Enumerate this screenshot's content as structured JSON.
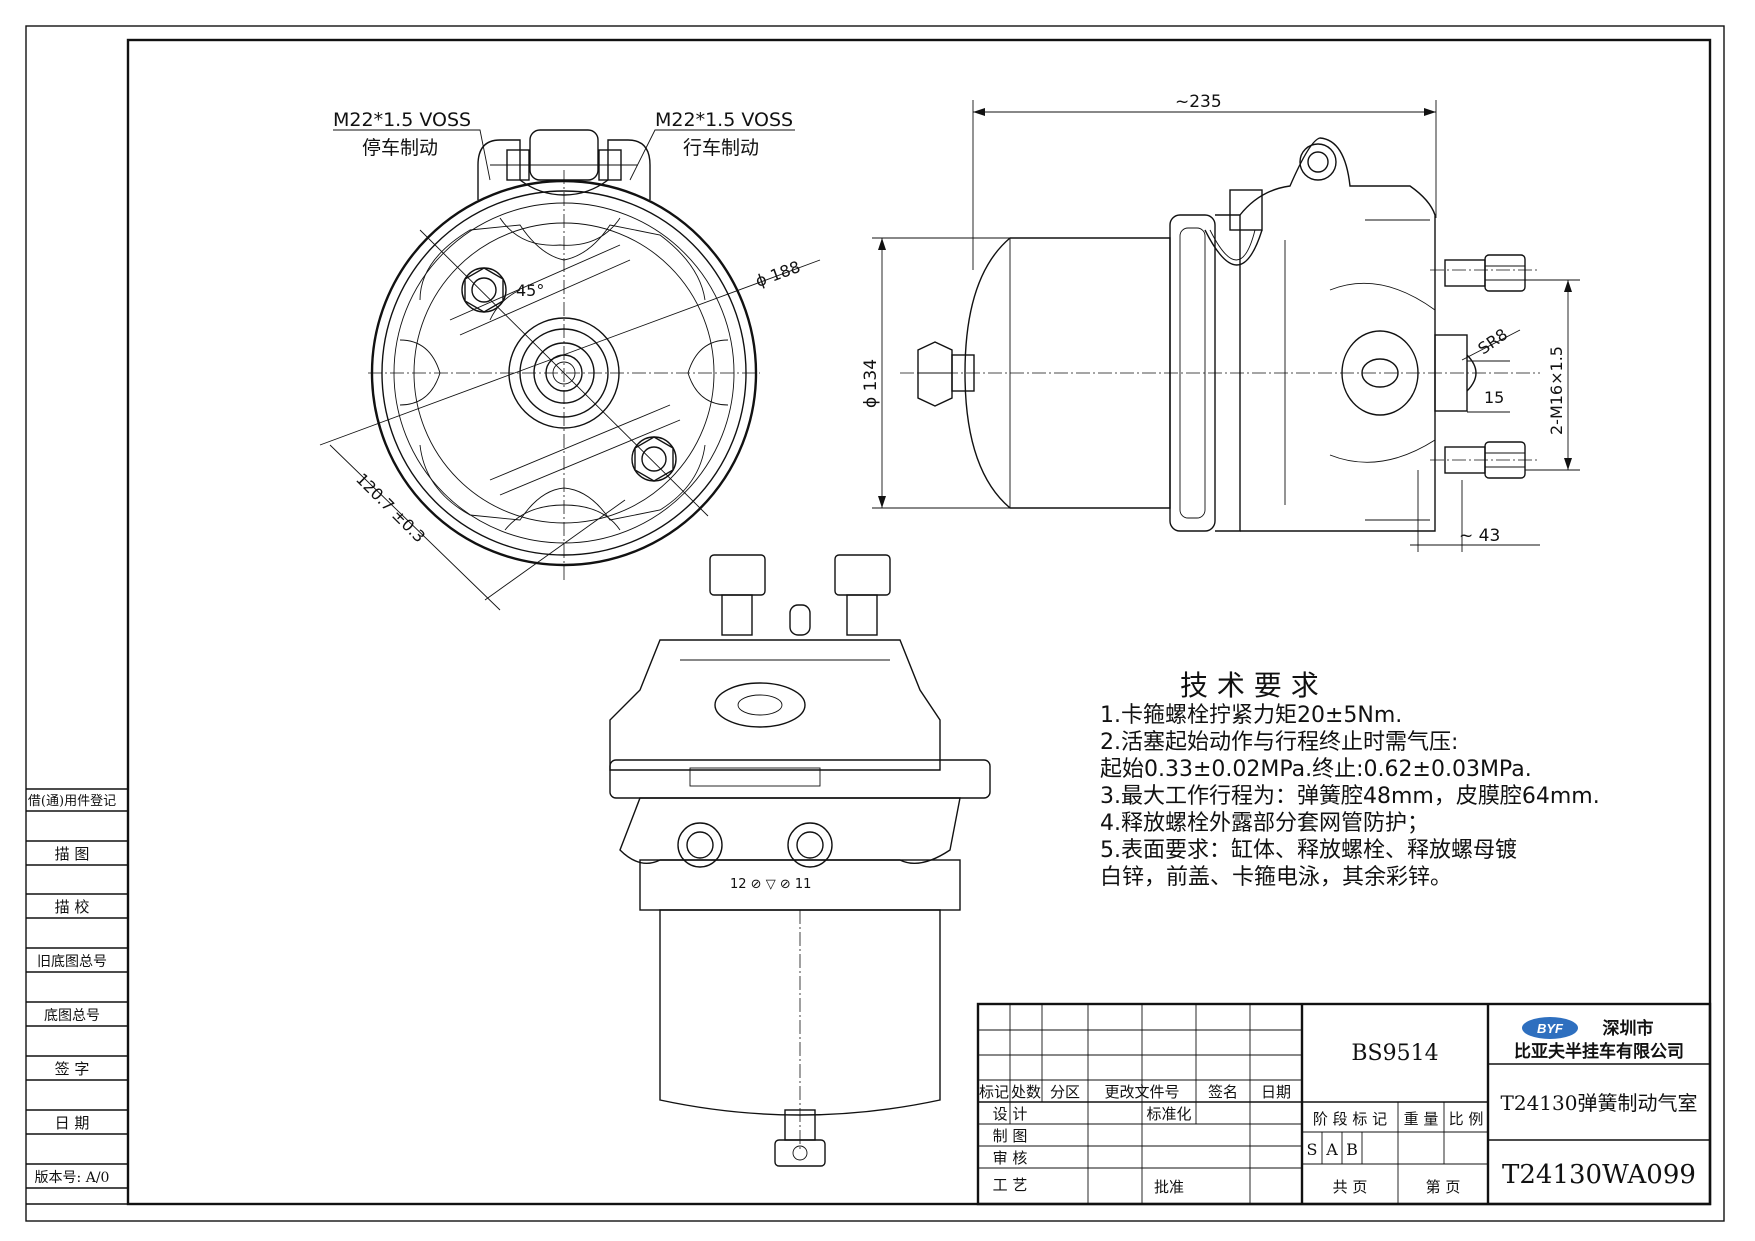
{
  "left_strip": {
    "rows": [
      "借(通)用件登记",
      "描  图",
      "描  校",
      "旧底图总号",
      "底图总号",
      "签  字",
      "日  期",
      "版本号: A/0"
    ]
  },
  "annotations": {
    "thread_left": "M22*1.5 VOSS",
    "thread_left_label": "停车制动",
    "thread_right": "M22*1.5 VOSS",
    "thread_right_label": "行车制动",
    "angle": "45°",
    "diameter_188": "ϕ 188",
    "pitch": "120.7 ±0.3",
    "length": "~235",
    "diameter_134": "ϕ 134",
    "sr8": "SR8",
    "dim_15": "15",
    "bolts": "2-M16×1.5",
    "dim_43": "~ 43",
    "port_marks": "12 ⊘ ▽ ⊘ 11"
  },
  "tech": {
    "title": "技 术 要 求",
    "lines": [
      "1.卡箍螺栓拧紧力矩20±5Nm.",
      "2.活塞起始动作与行程终止时需气压:",
      "  起始0.33±0.02MPa.终止:0.62±0.03MPa.",
      "3.最大工作行程为：弹簧腔48mm，皮膜腔64mm.",
      "4.释放螺栓外露部分套网管防护；",
      "5.表面要求：缸体、释放螺栓、释放螺母镀",
      "  白锌，前盖、卡箍电泳，其余彩锌。"
    ]
  },
  "title_block": {
    "code": "BS9514",
    "company_city": "深圳市",
    "company_name": "比亚夫半挂车有限公司",
    "logo": "BYF",
    "part_name": "T24130弹簧制动气室",
    "drawing_no": "T24130WA099",
    "headers": [
      "标记",
      "处数",
      "分区",
      "更改文件号",
      "签名",
      "日期"
    ],
    "roles": [
      "设  计",
      "制  图",
      "审  核",
      "工  艺"
    ],
    "standardize": "标准化",
    "approve": "批准",
    "stage_mark": "阶 段 标 记",
    "weight": "重 量",
    "scale": "比 例",
    "stages": [
      "S",
      "A",
      "B"
    ],
    "total_pages": "共  页",
    "page_no": "第  页"
  }
}
